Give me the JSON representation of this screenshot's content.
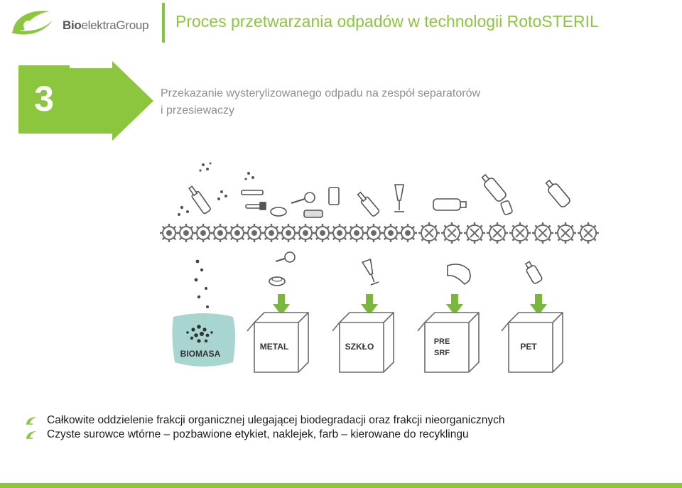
{
  "header": {
    "logo": {
      "brand_bold": "Bio",
      "brand_rest": "elektra",
      "brand_suffix": "Group",
      "icon": "leaf-swoosh-icon"
    },
    "title": "Proces przetwarzania odpadów w technologii RotoSTERIL"
  },
  "step": {
    "number": "3",
    "title_line1": "Przekazanie wysterylizowanego odpadu na zespół separatorów",
    "title_line2": "i przesiewaczy"
  },
  "diagram": {
    "bins": [
      {
        "label": "BIOMASA",
        "item_icon": "particles-icon",
        "color": "#a9d5d0"
      },
      {
        "label": "METAL",
        "item_icon": "can-icon",
        "color": "#ffffff"
      },
      {
        "label": "SZKŁO",
        "item_icon": "wine-glass-icon",
        "color": "#ffffff"
      },
      {
        "label_line1": "PRE",
        "label_line2": "SRF",
        "item_icon": "foil-bag-icon",
        "color": "#ffffff"
      },
      {
        "label": "PET",
        "item_icon": "pet-bottle-icon",
        "color": "#ffffff"
      }
    ],
    "rollers": {
      "icon": "star-roller-icon"
    },
    "arrow_color": "#7bb63e"
  },
  "bullets": [
    {
      "icon": "leaf-bullet-icon",
      "text": "Całkowite oddzielenie frakcji organicznej ulegającej biodegradacji oraz frakcji nieorganicznych"
    },
    {
      "icon": "leaf-bullet-icon",
      "text": "Czyste surowce wtórne – pozbawione etykiet, naklejek, farb – kierowane do recyklingu"
    }
  ],
  "colors": {
    "accent": "#8cc63f",
    "title_grey": "#8c8f93",
    "line_grey": "#6b6b6b"
  }
}
